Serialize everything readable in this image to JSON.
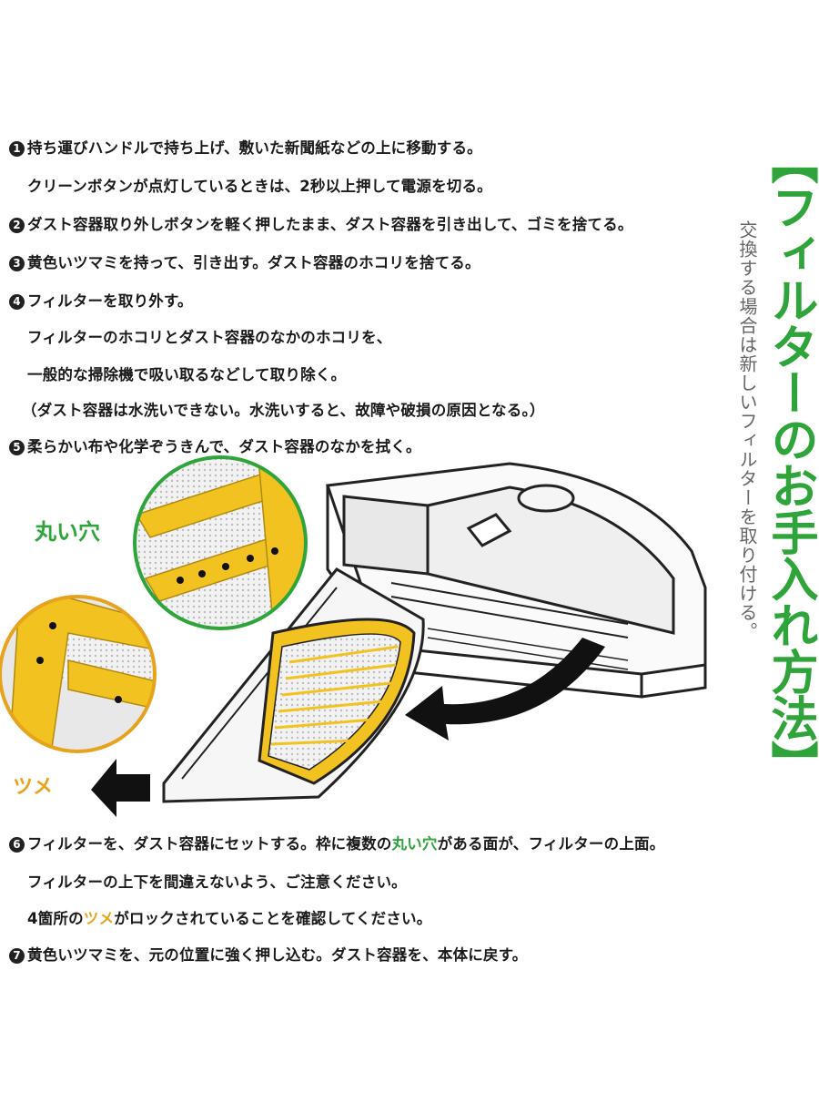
{
  "title": {
    "text": "【フィルターのお手入れ方法】",
    "subtitle": "交換する場合は新しいフィルターを取り付ける。"
  },
  "steps": {
    "s1": {
      "num": "1",
      "line1": "持ち運びハンドルで持ち上げ、敷いた新聞紙などの上に移動する。",
      "line2": "クリーンボタンが点灯しているときは、2秒以上押して電源を切る。"
    },
    "s2": {
      "num": "2",
      "line1": "ダスト容器取り外しボタンを軽く押したまま、ダスト容器を引き出して、ゴミを捨てる。"
    },
    "s3": {
      "num": "3",
      "line1": "黄色いツマミを持って、引き出す。ダスト容器のホコリを捨てる。"
    },
    "s4": {
      "num": "4",
      "line1": "フィルターを取り外す。",
      "line2": "フィルターのホコリとダスト容器のなかのホコリを、",
      "line3": "一般的な掃除機で吸い取るなどして取り除く。",
      "line4": "（ダスト容器は水洗いできない。水洗いすると、故障や破損の原因となる。）"
    },
    "s5": {
      "num": "5",
      "line1": "柔らかい布や化学ぞうきんで、ダスト容器のなかを拭く。"
    },
    "s6": {
      "num": "6",
      "line1_a": "フィルターを、ダスト容器にセットする。枠に複数の",
      "line1_hl": "丸い穴",
      "line1_b": "がある面が、フィルターの上面。",
      "line2": "フィルターの上下を間違えないよう、ご注意ください。",
      "line3_a": "4箇所の",
      "line3_hl": "ツメ",
      "line3_b": "がロックされていることを確認してください。"
    },
    "s7": {
      "num": "7",
      "line1": "黄色いツマミを、元の位置に強く押し込む。ダスト容器を、本体に戻す。"
    }
  },
  "labels": {
    "round_holes": "丸い穴",
    "claw": "ツメ"
  },
  "colors": {
    "accent_green": "#2ea43a",
    "accent_orange": "#e6a31d",
    "filter_yellow": "#f2c320",
    "text_dark": "#1a1a1a"
  }
}
